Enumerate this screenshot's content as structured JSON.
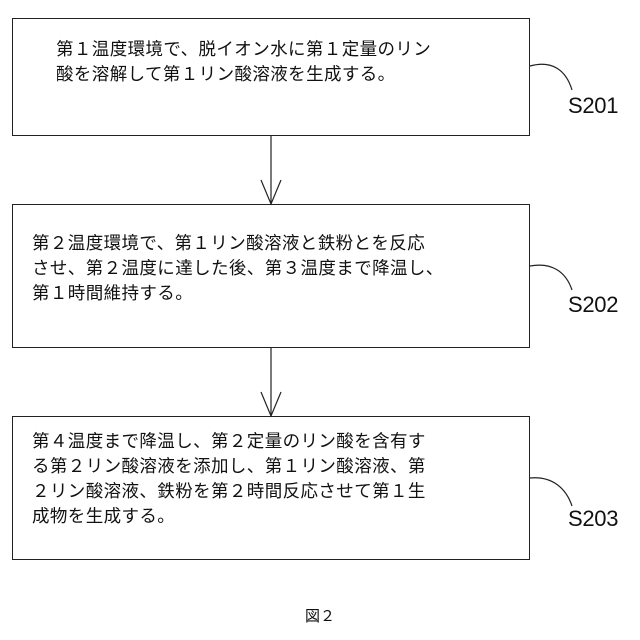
{
  "diagram": {
    "caption": "図２",
    "steps": [
      {
        "label": "S201",
        "text": "第１温度環境で、脱イオン水に第１定量のリン\n酸を溶解して第１リン酸溶液を生成する。"
      },
      {
        "label": "S202",
        "text": "第２温度環境で、第１リン酸溶液と鉄粉とを反応\nさせ、第２温度に達した後、第３温度まで降温し、\n第１時間維持する。"
      },
      {
        "label": "S203",
        "text": "第４温度まで降温し、第２定量のリン酸を含有す\nる第２リン酸溶液を添加し、第１リン酸溶液、第\n２リン酸溶液、鉄粉を第２時間反応させて第１生\n成物を生成する。"
      }
    ]
  }
}
